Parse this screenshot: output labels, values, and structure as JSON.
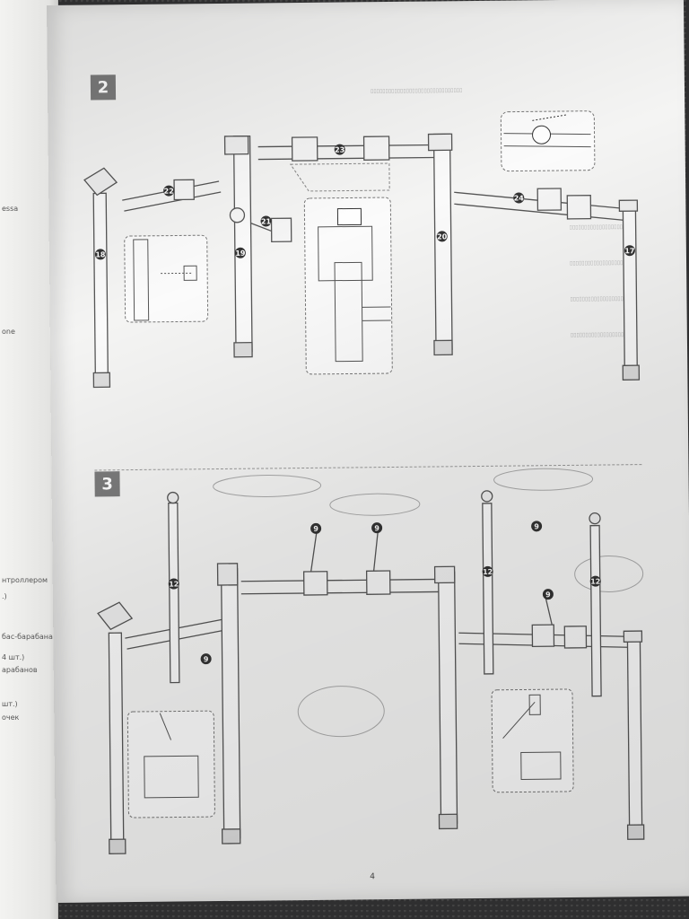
{
  "manual": {
    "page_number": "4",
    "steps": [
      {
        "number": "2",
        "parts": [
          "18",
          "22",
          "19",
          "21",
          "23",
          "20",
          "24",
          "17"
        ]
      },
      {
        "number": "3",
        "parts": [
          "12",
          "9",
          "9",
          "9",
          "12",
          "9",
          "12",
          "9"
        ]
      }
    ]
  },
  "left_page_fragments": [
    "essa",
    "one",
    "нтроллером",
    ".)",
    "бас-барабана",
    "4 шт.)",
    "арабанов",
    "шт.)",
    "очек"
  ]
}
